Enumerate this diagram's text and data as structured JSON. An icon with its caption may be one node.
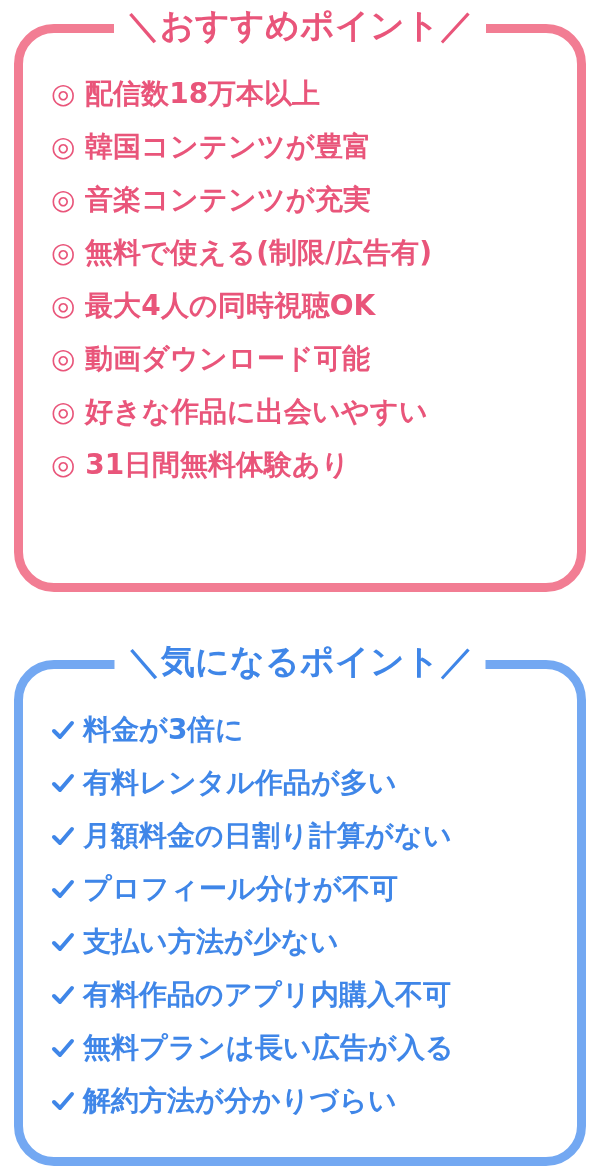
{
  "diagram": {
    "nodes": [
      {
        "text": [
          "＼おすすめポイント／",
          "◎ 配信数18万本以上",
          "◎ 韓国コンテンツが豊富",
          "◎ 音楽コンテンツが充実",
          "◎ 無料で使える(制限/広告有)",
          "◎ 最大4人の同時視聴OK",
          "◎ 動画ダウンロード可能",
          "◎ 好きな作品に出会いやすい",
          "◎ 31日間無料体験あり"
        ]
      },
      {
        "text": [
          "＼気になるポイント／",
          "料金が3倍に",
          "有料レンタル作品が多い",
          "月額料金の日割り計算がない",
          "プロフィール分けが不可",
          "支払い方法が少ない",
          "有料作品のアプリ内購入不可",
          "無料プランは長い広告が入る",
          "解約方法が分かりづらい"
        ]
      }
    ]
  }
}
